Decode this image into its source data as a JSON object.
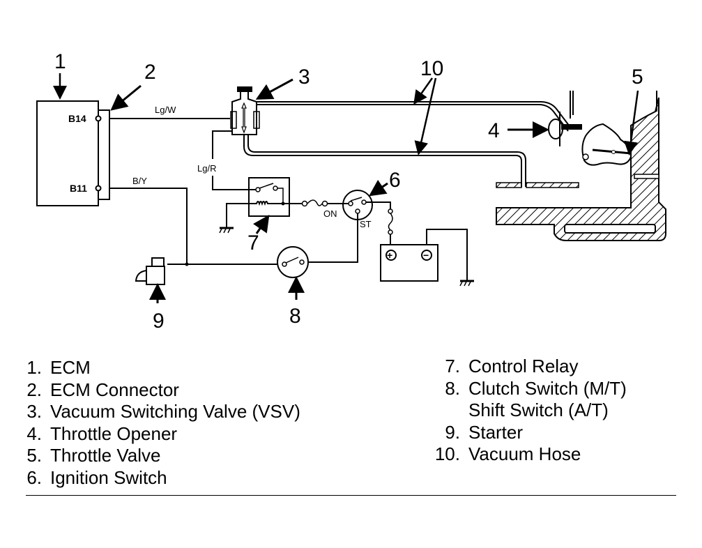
{
  "diagram": {
    "callouts": [
      "1",
      "2",
      "3",
      "4",
      "5",
      "6",
      "7",
      "8",
      "9",
      "10"
    ],
    "pins": {
      "b14": "B14",
      "b11": "B11"
    },
    "wire_labels": {
      "lg_w": "Lg/W",
      "lg_r": "Lg/R",
      "b_y": "B/Y"
    },
    "switch_labels": {
      "on": "ON",
      "st": "ST"
    },
    "battery_symbols": {
      "positive": "+",
      "negative": "−"
    }
  },
  "legend": {
    "left": [
      {
        "num": "1.",
        "label": "ECM"
      },
      {
        "num": "2.",
        "label": "ECM Connector"
      },
      {
        "num": "3.",
        "label": "Vacuum Switching Valve (VSV)"
      },
      {
        "num": "4.",
        "label": "Throttle Opener"
      },
      {
        "num": "5.",
        "label": "Throttle Valve"
      },
      {
        "num": "6.",
        "label": "Ignition Switch"
      }
    ],
    "right": [
      {
        "num": "7.",
        "label": "Control Relay"
      },
      {
        "num": "8.",
        "label": "Clutch Switch (M/T)"
      },
      {
        "num": "",
        "label": "Shift Switch (A/T)"
      },
      {
        "num": "9.",
        "label": "Starter"
      },
      {
        "num": "10.",
        "label": "Vacuum Hose"
      }
    ]
  }
}
